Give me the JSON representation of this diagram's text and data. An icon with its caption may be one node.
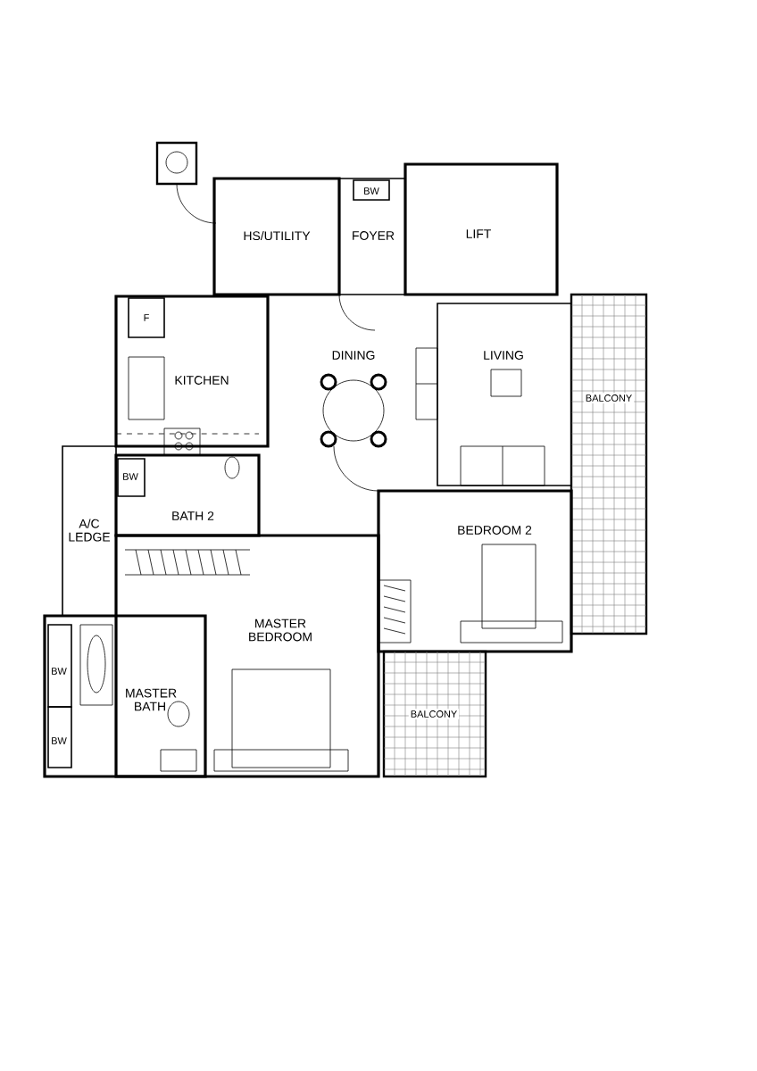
{
  "diagram": {
    "nodes": [
      {
        "text": [
          "HS/UTILITY"
        ]
      },
      {
        "text": [
          "FOYER"
        ]
      },
      {
        "text": [
          "LIFT"
        ]
      },
      {
        "text": [
          "KITCHEN"
        ]
      },
      {
        "text": [
          "DINING"
        ]
      },
      {
        "text": [
          "LIVING"
        ]
      },
      {
        "text": [
          "BALCONY"
        ]
      },
      {
        "text": [
          "A/C LEDGE"
        ]
      },
      {
        "text": [
          "BATH 2"
        ]
      },
      {
        "text": [
          "BEDROOM 2"
        ]
      },
      {
        "text": [
          "MASTER BEDROOM"
        ]
      },
      {
        "text": [
          "MASTER BATH"
        ]
      },
      {
        "text": [
          "BALCONY"
        ]
      }
    ],
    "labels": [
      "BW",
      "F",
      "BW",
      "BW",
      "BW"
    ]
  }
}
